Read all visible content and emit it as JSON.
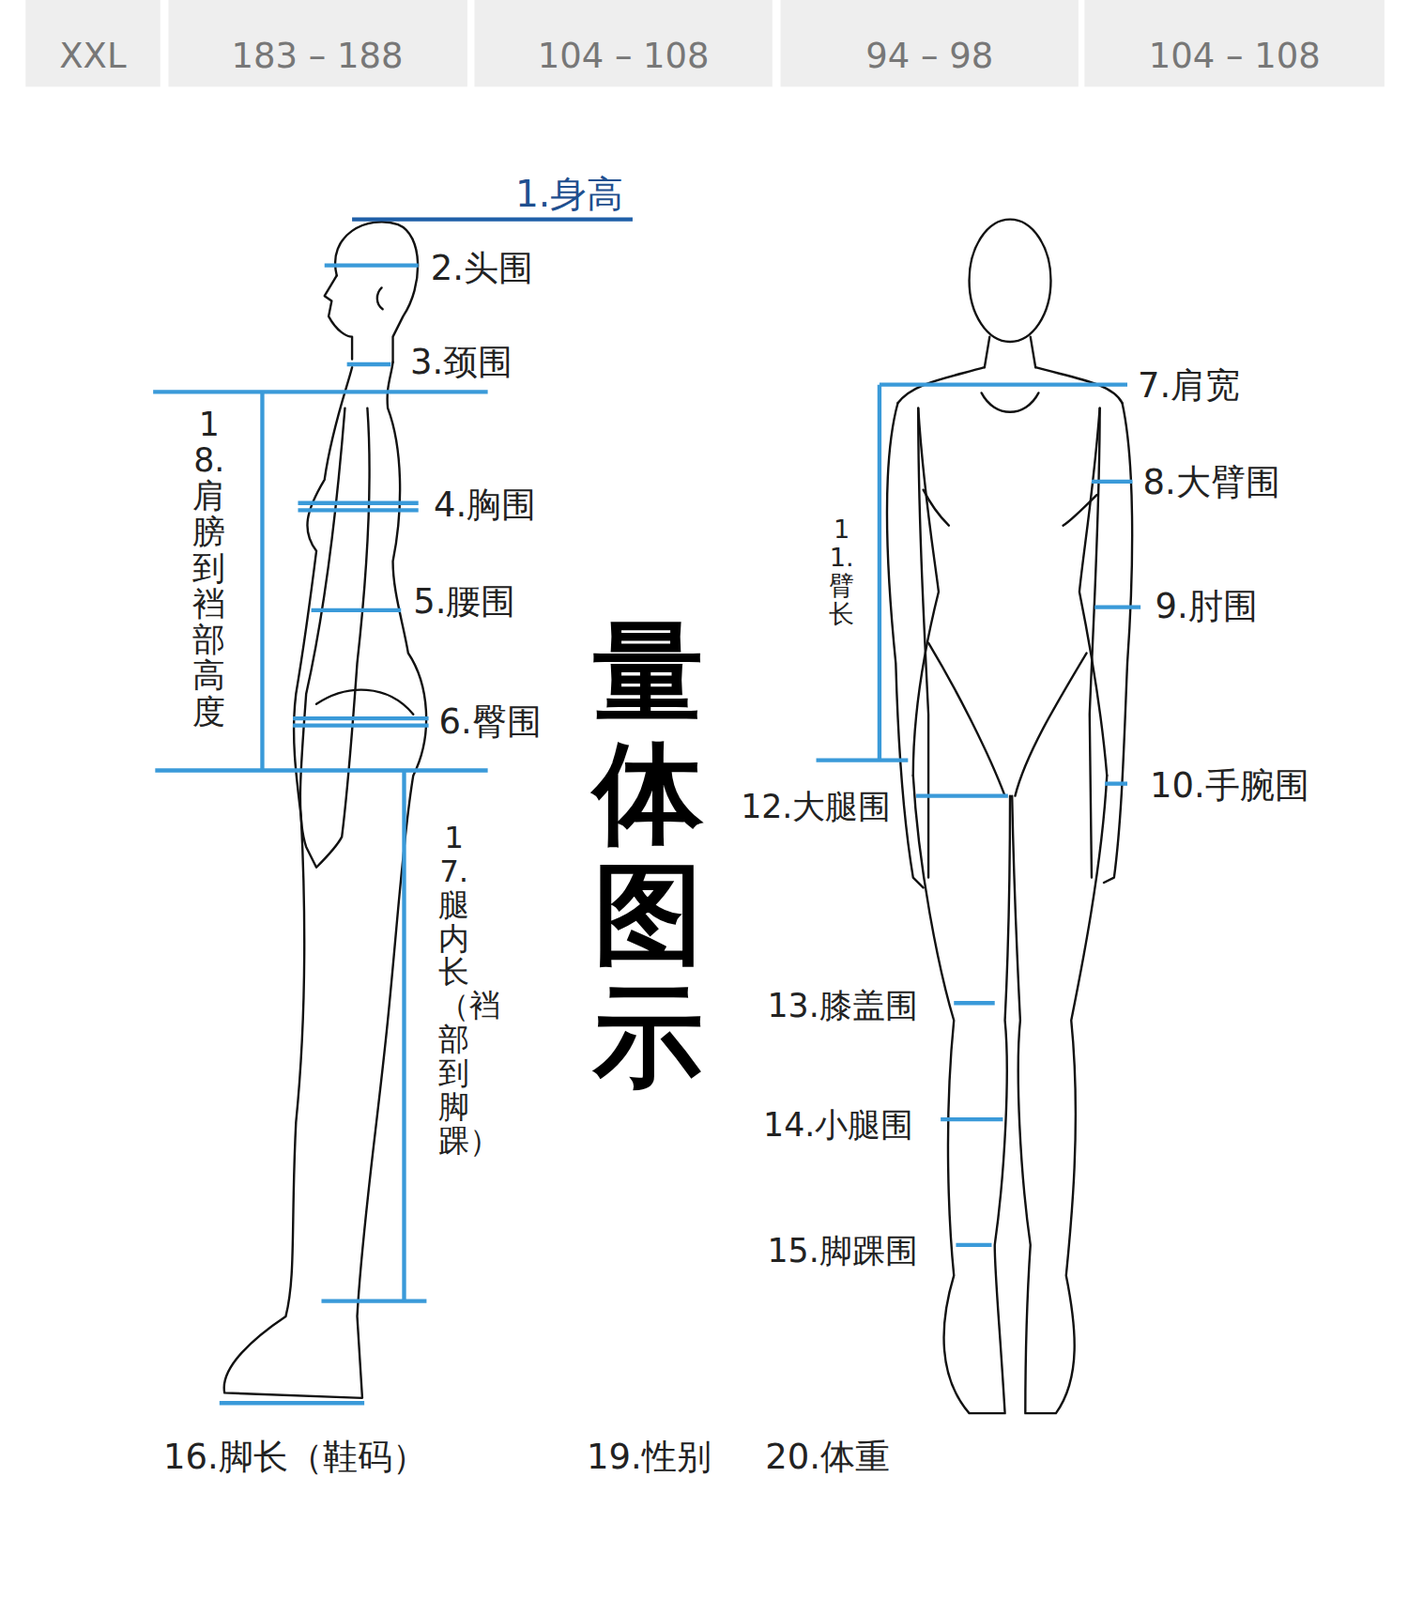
{
  "diagram": {
    "title": "量体图示",
    "labels": [
      "XXL",
      "183 – 188",
      "104 – 108",
      "94 – 98",
      "104 – 108",
      "1.身高",
      "2.头围",
      "3.颈围",
      "4.胸围",
      "5.腰围",
      "6.臀围",
      "7.肩宽",
      "8.大臂围",
      "9.肘围",
      "10.手腕围",
      "11.臂长",
      "12.大腿围",
      "13.膝盖围",
      "14.小腿围",
      "15.脚踝围",
      "16.脚长（鞋码）",
      "17.腿内长（裆部到脚踝）",
      "18.肩膀到裆部高度",
      "19.性别",
      "20.体重"
    ]
  }
}
